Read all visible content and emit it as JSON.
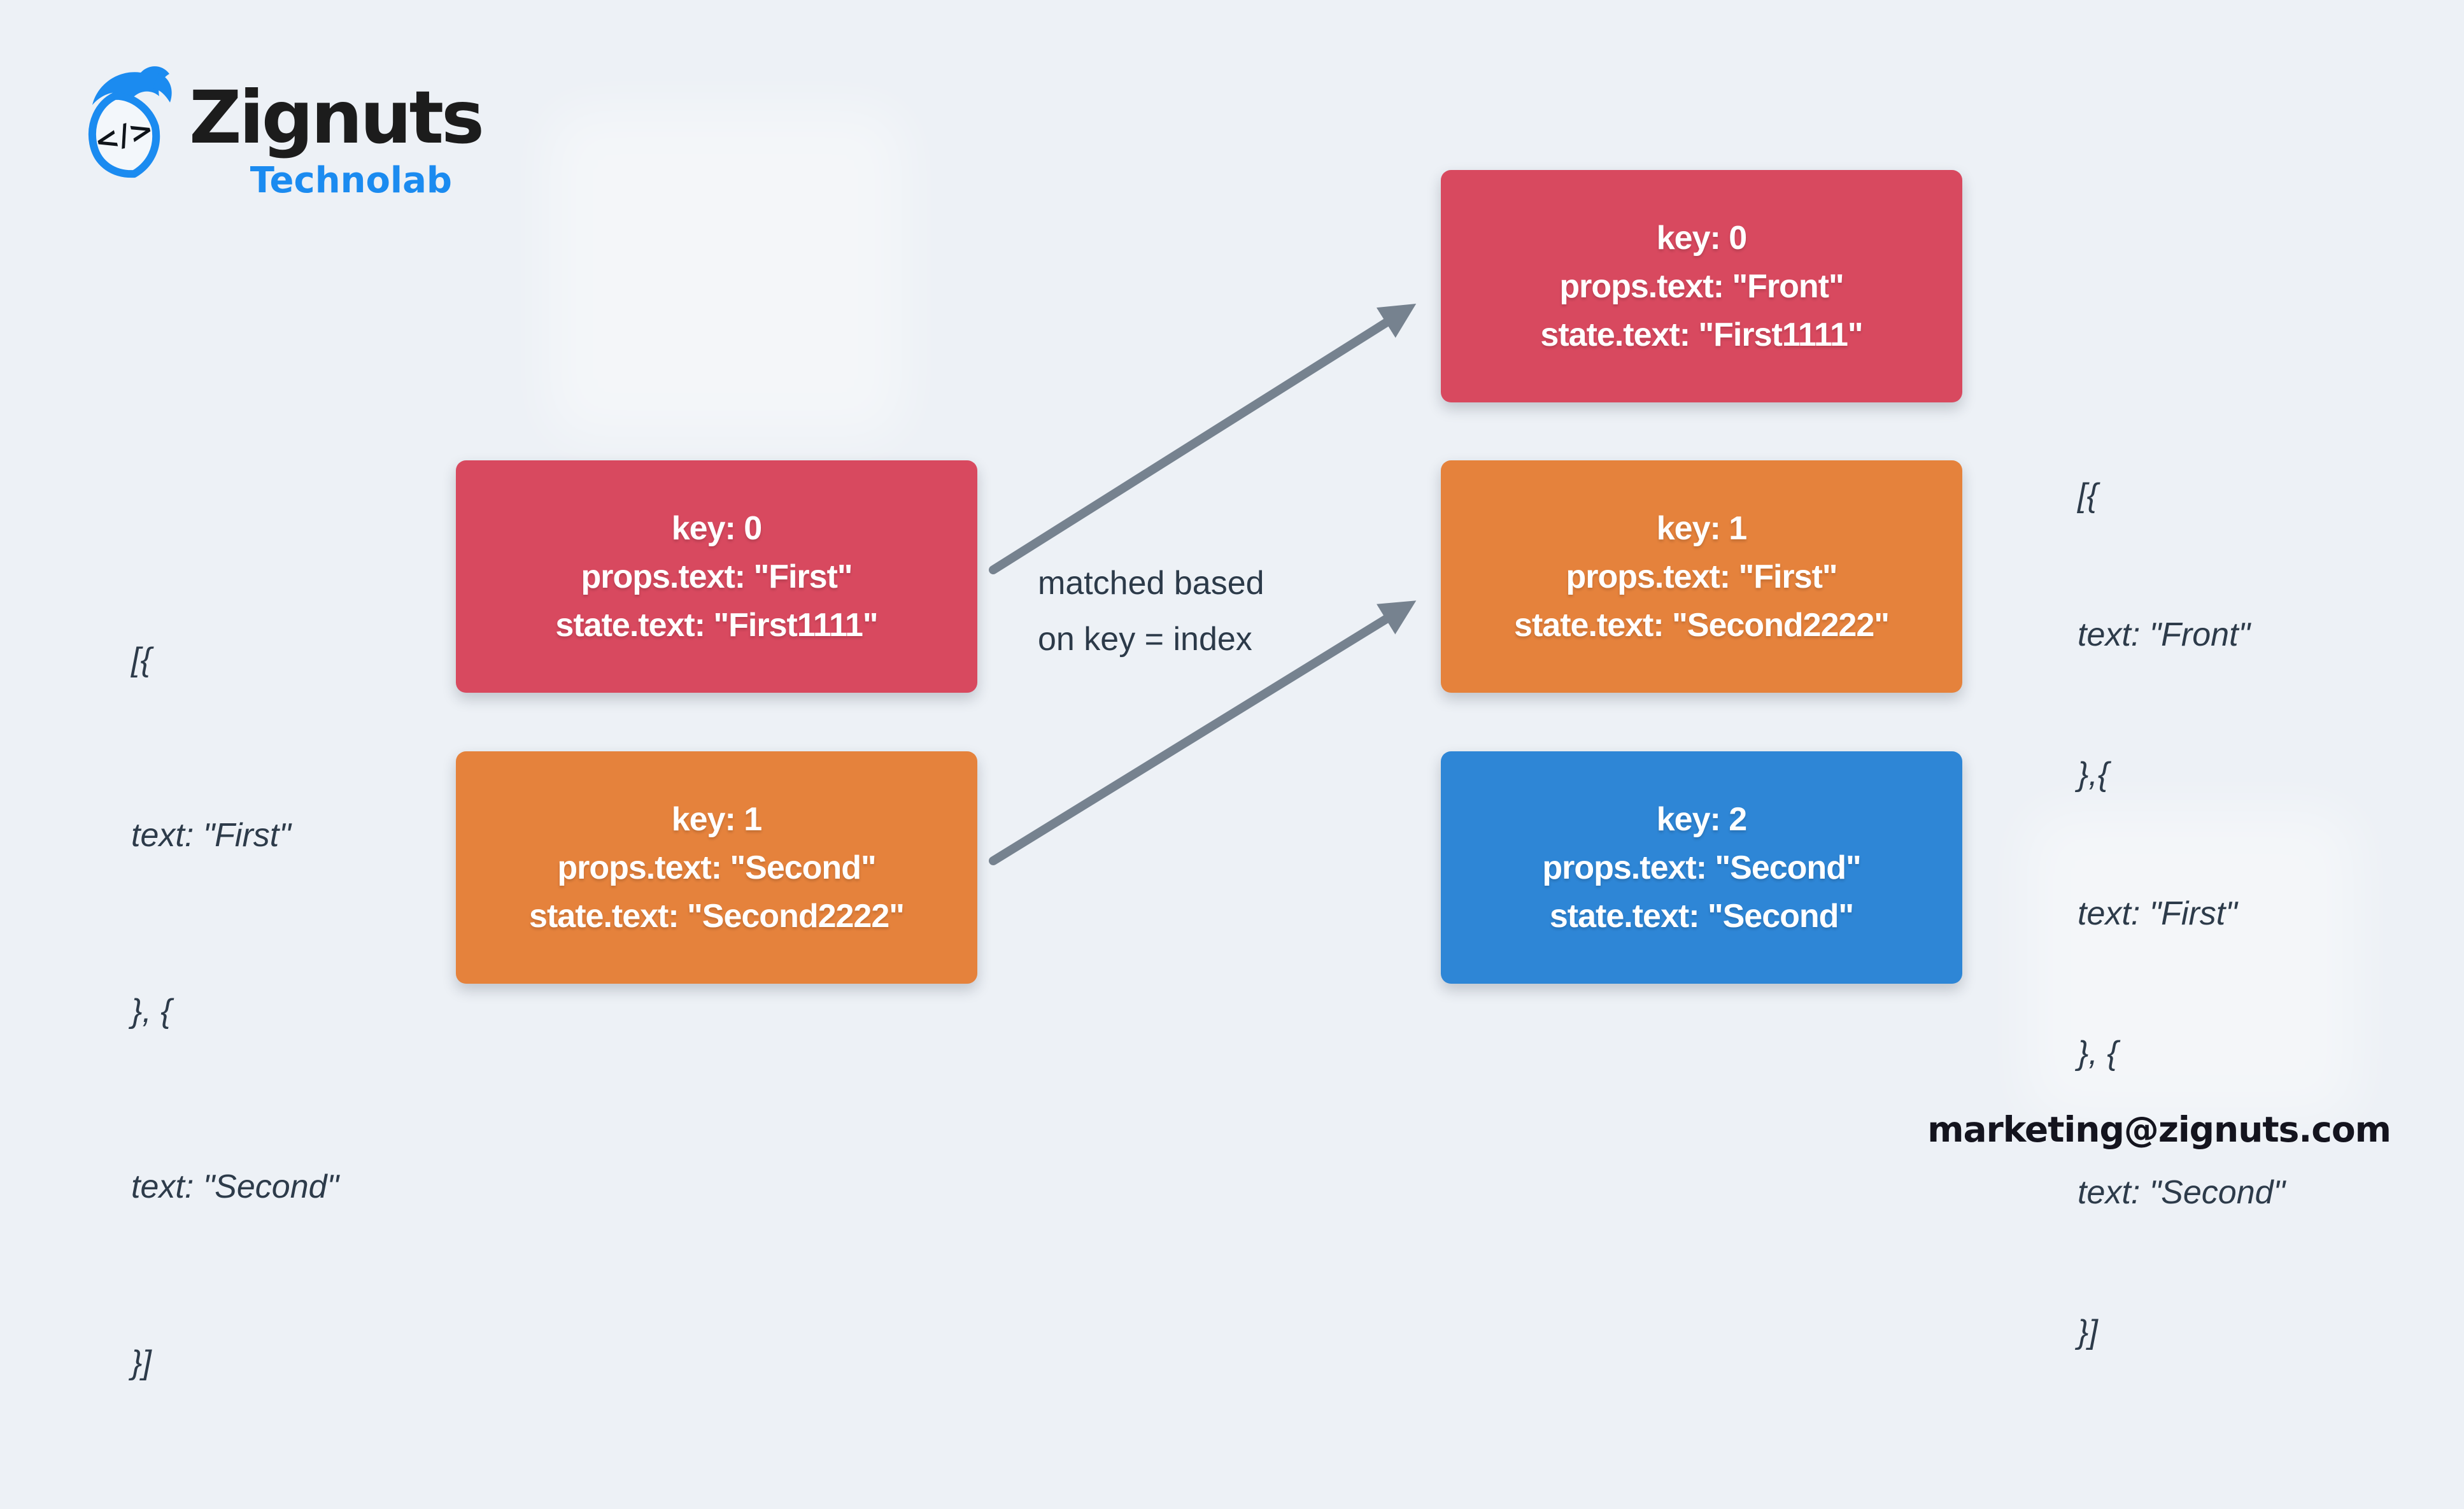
{
  "colors": {
    "background": "#edf1f6",
    "card_red": "#d8495f",
    "card_orange": "#e5823c",
    "card_blue": "#2e86d6",
    "arrow_gray": "#76828f",
    "code_text": "#2d3b4a",
    "annotation_text": "#2c3a49",
    "logo_blue": "#1b8bf0",
    "logo_black": "#1c1c1c",
    "email_text": "#14141e"
  },
  "logo": {
    "name": "Zignuts",
    "tagline": "Technolab",
    "icon_glyph": "</>"
  },
  "left_code": {
    "lines": [
      "[{",
      "text: \"First\"",
      "}, {",
      "text: \"Second\"",
      "}]"
    ]
  },
  "right_code": {
    "lines": [
      "[{",
      "text: \"Front\"",
      "},{",
      "text: \"First\"",
      "}, {",
      "text: \"Second\"",
      "}]"
    ]
  },
  "annotation": {
    "line1": "matched based",
    "line2": "on key = index"
  },
  "cards": {
    "left": [
      {
        "color": "#d8495f",
        "lines": [
          "key: 0",
          "props.text: \"First\"",
          "state.text: \"First1111\""
        ]
      },
      {
        "color": "#e5823c",
        "lines": [
          "key: 1",
          "props.text: \"Second\"",
          "state.text: \"Second2222\""
        ]
      }
    ],
    "right": [
      {
        "color": "#d8495f",
        "lines": [
          "key: 0",
          "props.text: \"Front\"",
          "state.text: \"First1111\""
        ]
      },
      {
        "color": "#e5823c",
        "lines": [
          "key: 1",
          "props.text: \"First\"",
          "state.text: \"Second2222\""
        ]
      },
      {
        "color": "#2e86d6",
        "lines": [
          "key: 2",
          "props.text: \"Second\"",
          "state.text: \"Second\""
        ]
      }
    ]
  },
  "footer": {
    "email": "marketing@zignuts.com"
  }
}
